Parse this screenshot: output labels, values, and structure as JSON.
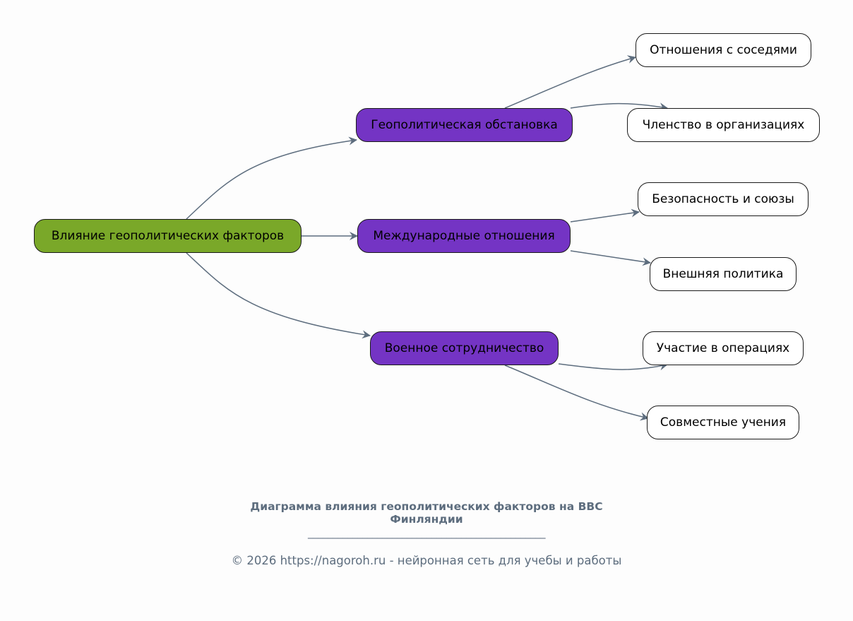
{
  "diagram": {
    "root": {
      "id": "root",
      "label": "Влияние геополитических факторов",
      "color": "#7aa829"
    },
    "branches": [
      {
        "id": "geo",
        "label": "Геополитическая обстановка",
        "color": "#7434c4",
        "children": [
          {
            "id": "geo-1",
            "label": "Отношения с соседями"
          },
          {
            "id": "geo-2",
            "label": "Членство в организациях"
          }
        ]
      },
      {
        "id": "intl",
        "label": "Международные отношения",
        "color": "#7434c4",
        "children": [
          {
            "id": "intl-1",
            "label": "Безопасность и союзы"
          },
          {
            "id": "intl-2",
            "label": "Внешняя политика"
          }
        ]
      },
      {
        "id": "mil",
        "label": "Военное сотрудничество",
        "color": "#7434c4",
        "children": [
          {
            "id": "mil-1",
            "label": "Участие в операциях"
          },
          {
            "id": "mil-2",
            "label": "Совместные учения"
          }
        ]
      }
    ],
    "edge_color": "#5d6d7e",
    "leaf_color": "#ffffff"
  },
  "footer": {
    "title": "Диаграмма влияния геополитических факторов на ВВС Финляндии",
    "rule": "________________________________________________",
    "copyright": "© 2026 https://nagoroh.ru - нейронная сеть для учебы и работы"
  }
}
